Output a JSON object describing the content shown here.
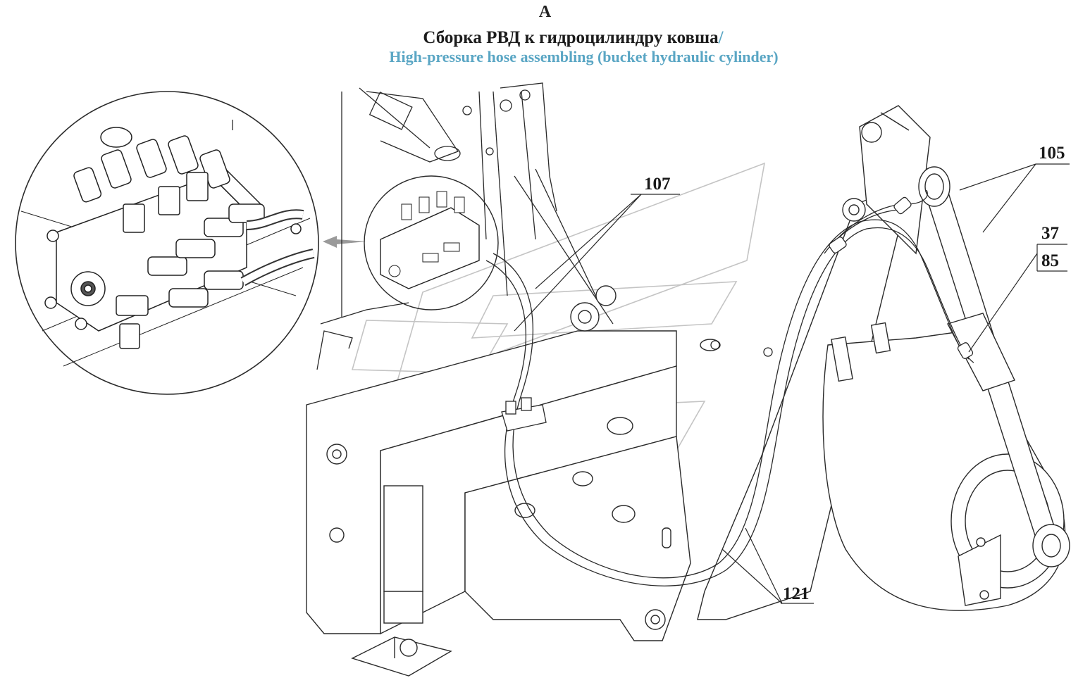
{
  "header": {
    "view_letter": "A",
    "title_ru": "Сборка РВД к гидроцилиндру ковша",
    "title_separator": "/",
    "title_en": "High-pressure hose assembling (bucket hydraulic cylinder)"
  },
  "callouts": {
    "c107": "107",
    "c105": "105",
    "c37": "37",
    "c85": "85",
    "c121": "121"
  },
  "colors": {
    "line": "#2a2a2a",
    "title_en": "#5aa6c4",
    "watermark": "#b9b9b9",
    "arrow": "#9a9a9a"
  }
}
